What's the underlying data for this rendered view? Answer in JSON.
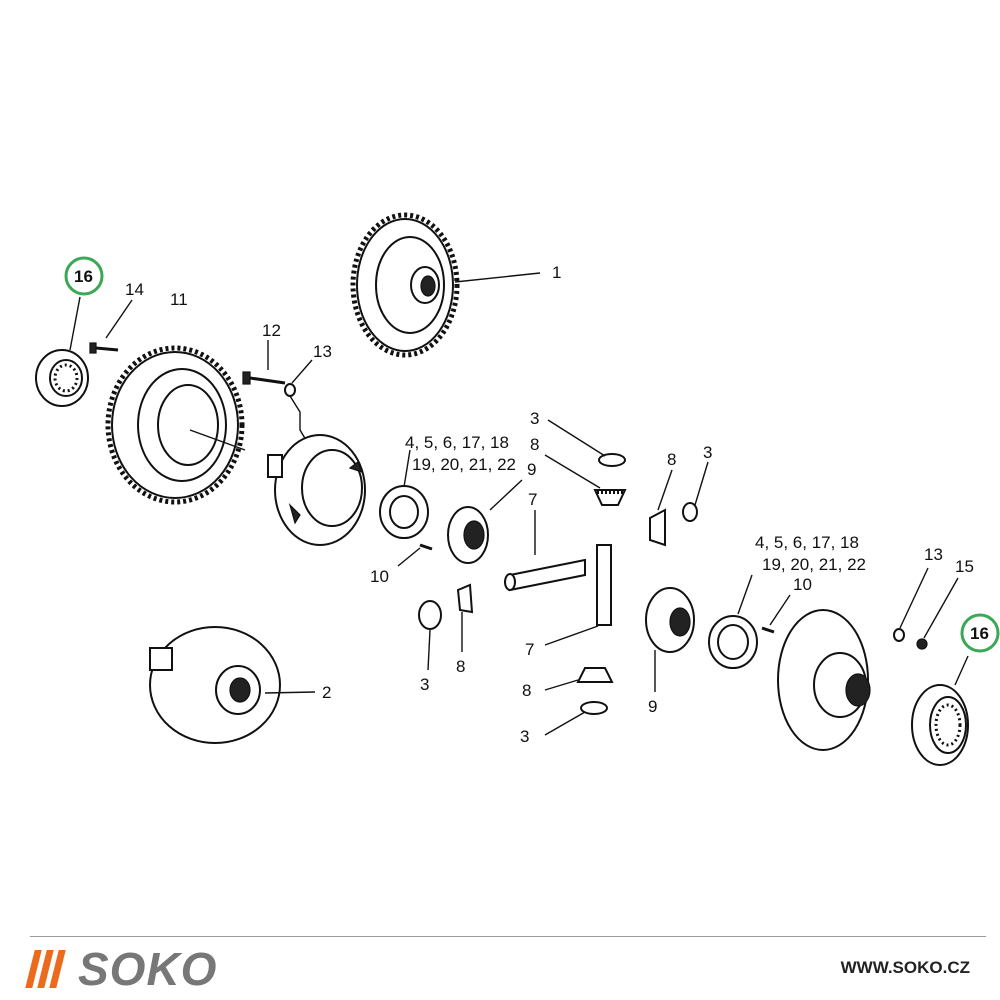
{
  "diagram": {
    "callouts": {
      "c1": "1",
      "c2": "2",
      "c3a": "3",
      "c3b": "3",
      "c3c": "3",
      "c3d": "3",
      "c4a_line1": "4, 5, 6, 17, 18",
      "c4a_line2": "19, 20, 21, 22",
      "c4b_line1": "4, 5, 6, 17, 18",
      "c4b_line2": "19, 20, 21, 22",
      "c7a": "7",
      "c7b": "7",
      "c8a": "8",
      "c8b": "8",
      "c8c": "8",
      "c8d": "8",
      "c9a": "9",
      "c9b": "9",
      "c10a": "10",
      "c10b": "10",
      "c11": "11",
      "c12": "12",
      "c13a": "13",
      "c13b": "13",
      "c14": "14",
      "c15": "15",
      "c16a": "16",
      "c16b": "16"
    },
    "highlight_color": "#3aa856"
  },
  "footer": {
    "brand": "SOKO",
    "website": "WWW.SOKO.CZ",
    "accent_color": "#ec6a1c"
  }
}
